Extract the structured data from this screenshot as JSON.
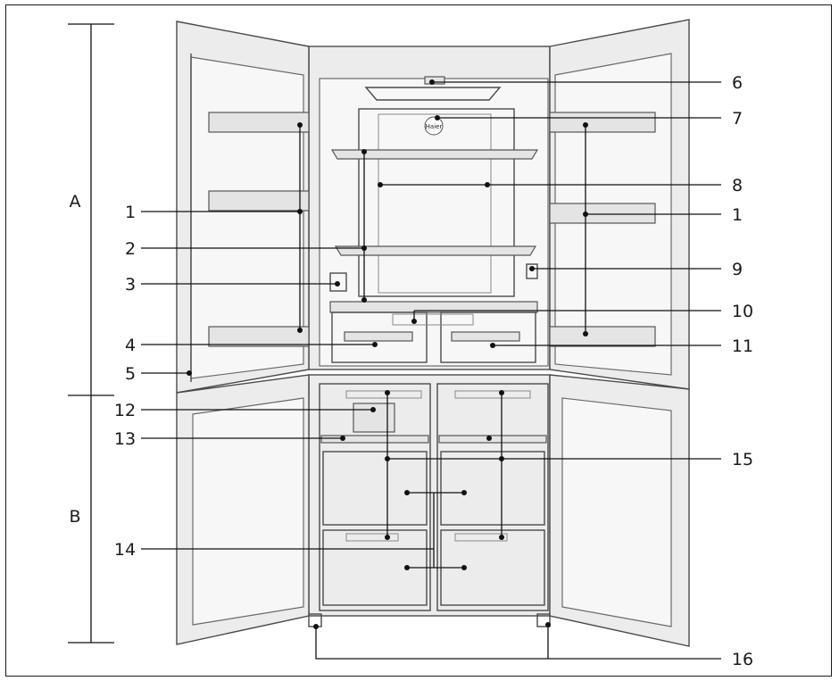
{
  "diagram": {
    "section_labels": [
      {
        "id": "A",
        "text": "A"
      },
      {
        "id": "B",
        "text": "B"
      }
    ],
    "callouts": [
      {
        "id": "1-left",
        "text": "1"
      },
      {
        "id": "2",
        "text": "2"
      },
      {
        "id": "3",
        "text": "3"
      },
      {
        "id": "4",
        "text": "4"
      },
      {
        "id": "5",
        "text": "5"
      },
      {
        "id": "12",
        "text": "12"
      },
      {
        "id": "13",
        "text": "13"
      },
      {
        "id": "14",
        "text": "14"
      },
      {
        "id": "6",
        "text": "6"
      },
      {
        "id": "7",
        "text": "7"
      },
      {
        "id": "8",
        "text": "8"
      },
      {
        "id": "1-right",
        "text": "1"
      },
      {
        "id": "9",
        "text": "9"
      },
      {
        "id": "10",
        "text": "10"
      },
      {
        "id": "11",
        "text": "11"
      },
      {
        "id": "15",
        "text": "15"
      },
      {
        "id": "16",
        "text": "16"
      }
    ],
    "logo_text": "Haier",
    "colors": {
      "line": "#111111",
      "wall": "#ececec",
      "interior": "#f7f7f7"
    }
  }
}
